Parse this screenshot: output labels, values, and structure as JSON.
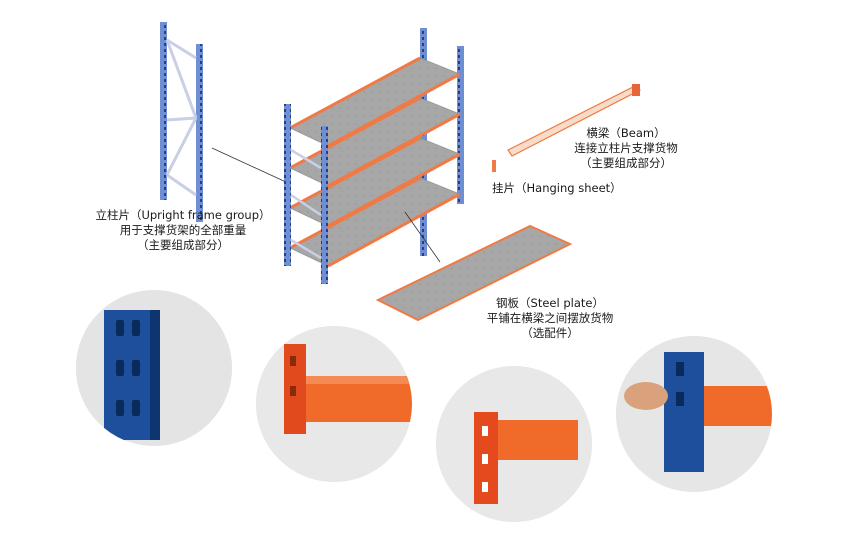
{
  "labels": {
    "upright": {
      "line1": "立柱片（Upright frame group）",
      "line2": "用于支撑货架的全部重量",
      "line3": "（主要组成部分）"
    },
    "beam": {
      "line1": "横梁（Beam）",
      "line2": "连接立柱片支撑货物",
      "line3": "（主要组成部分）"
    },
    "hanging": {
      "line1": "挂片（Hanging sheet）"
    },
    "steel": {
      "line1": "钢板（Steel plate）",
      "line2": "平铺在横梁之间摆放货物",
      "line3": "（选配件）"
    }
  },
  "colors": {
    "upright_blue": "#5a7bc0",
    "beam_orange": "#f07a45",
    "plate_gray": "#9a9a9a",
    "photo_bg": "#e6e6e6"
  },
  "photos": [
    {
      "name": "upright-closeup-photo"
    },
    {
      "name": "beam-connector-photo"
    },
    {
      "name": "hanging-sheet-photo"
    },
    {
      "name": "assembly-hand-photo"
    }
  ]
}
